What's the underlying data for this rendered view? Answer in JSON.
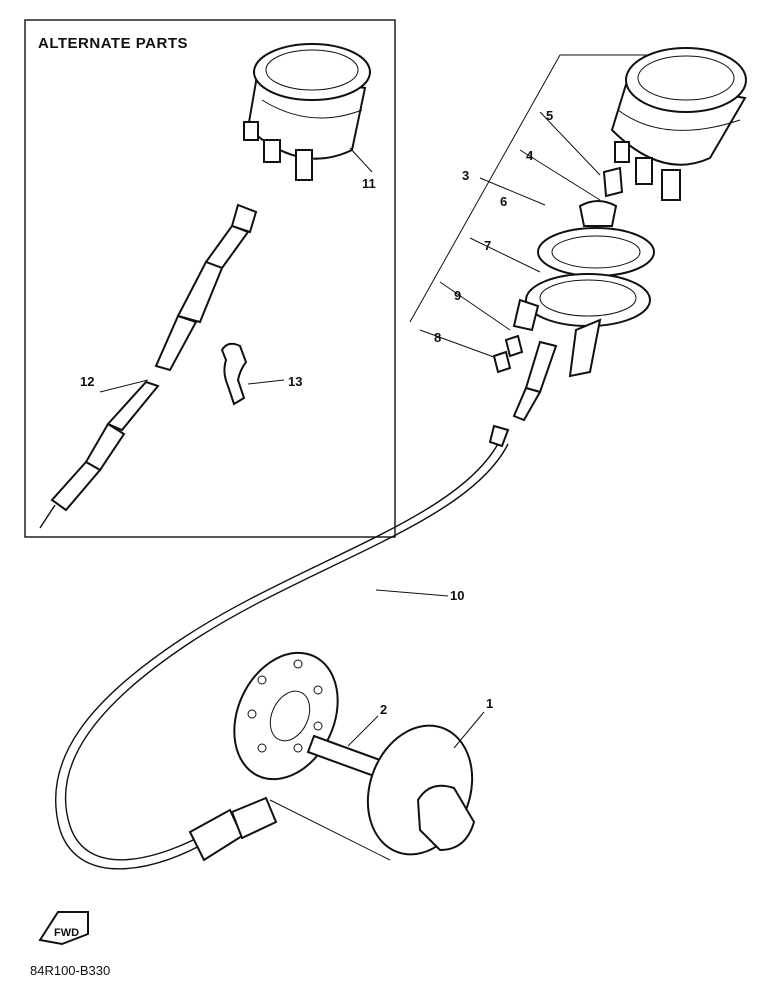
{
  "alternate_box": {
    "title": "ALTERNATE PARTS"
  },
  "callouts": {
    "p1": "1",
    "p2": "2",
    "p3": "3",
    "p4": "4",
    "p5": "5",
    "p6": "6",
    "p7": "7",
    "p8": "8",
    "p9": "9",
    "p10": "10",
    "p11": "11",
    "p12": "12",
    "p13": "13"
  },
  "forward_badge": "FWD",
  "diagram_code": "84R100-B330"
}
